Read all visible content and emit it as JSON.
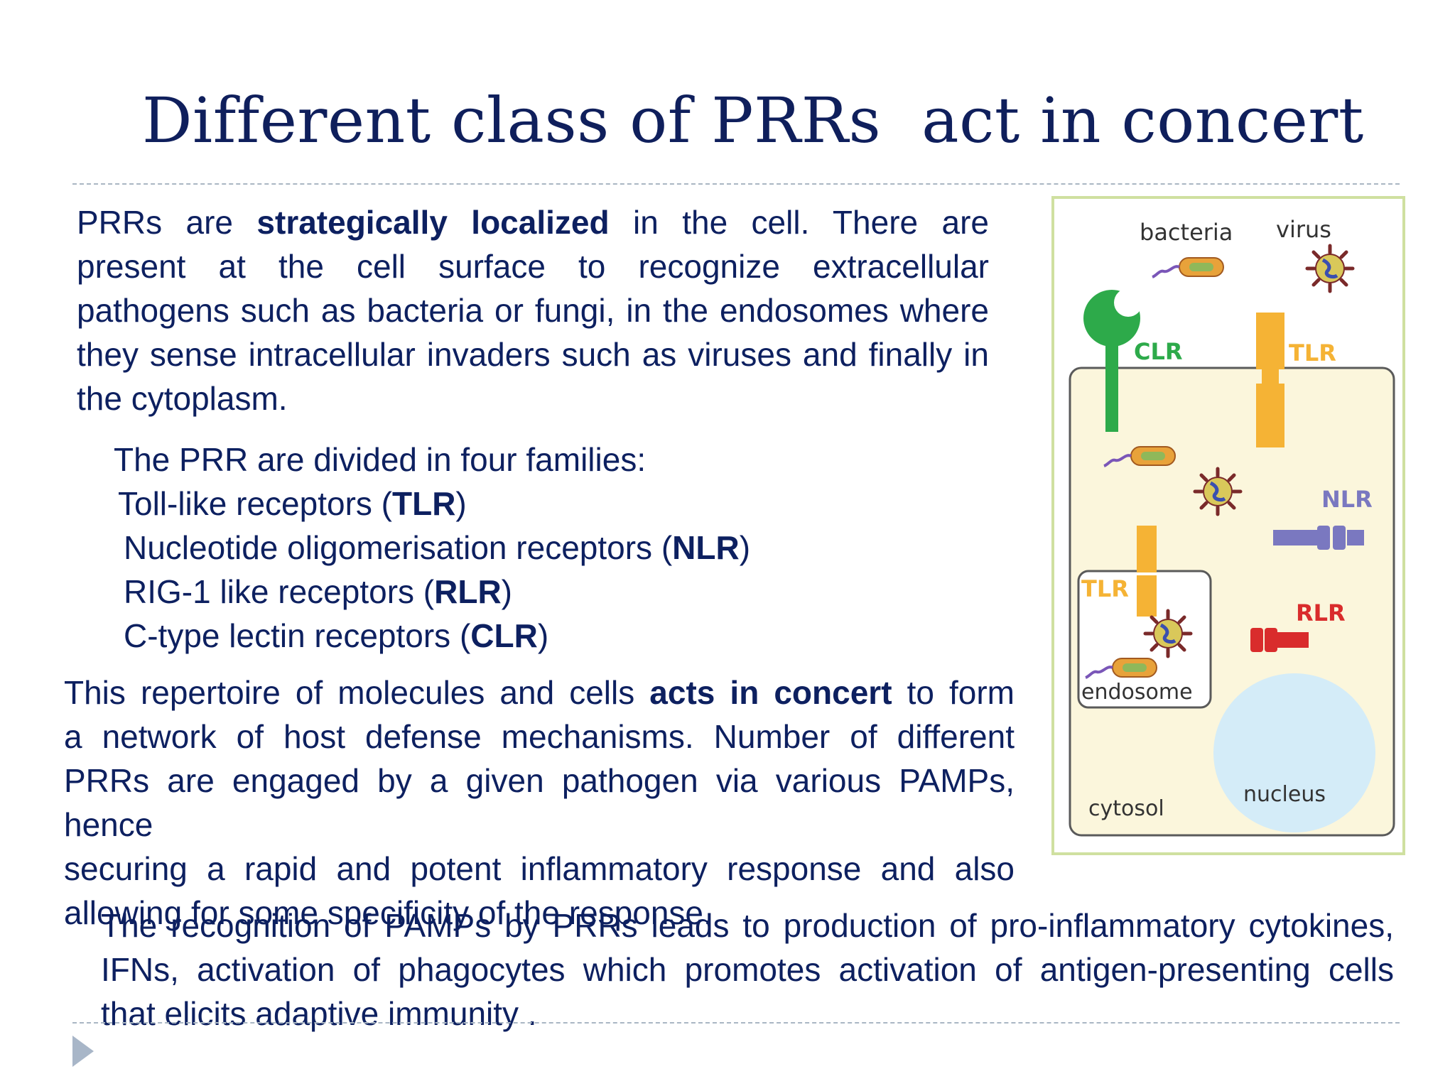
{
  "title": "Different class of PRRs  act in concert",
  "para1": {
    "lines": [
      [
        "PRRs are ",
        "strategically localized",
        " in the cell. There are"
      ],
      "present at the cell surface to recognize extracellular",
      "pathogens such as bacteria or fungi, in the endosomes where",
      "they sense intracellular invaders such as viruses and finally in",
      "the cytoplasm."
    ]
  },
  "families": {
    "intro": "The PRR are divided in four families:",
    "items": [
      {
        "name": "Toll-like receptors (",
        "abbr": "TLR",
        "close": ")"
      },
      {
        "name": "Nucleotide oligomerisation receptors (",
        "abbr": "NLR",
        "close": ")"
      },
      {
        "name": "RIG-1 like receptors (",
        "abbr": "RLR",
        "close": ")"
      },
      {
        "name": "C-type lectin receptors (",
        "abbr": "CLR",
        "close": ")"
      }
    ]
  },
  "para2": {
    "l1a": "This repertoire of molecules and cells ",
    "l1b": "acts in concert",
    "l1c": " to form",
    "l2": "a network of host defense mechanisms. Number of different",
    "l3": "PRRs are engaged by a given pathogen via various PAMPs, hence",
    "l4": "securing a rapid and potent inflammatory response and also",
    "l5": "allowing for some specificity of the response."
  },
  "para3": {
    "l1": "The recognition of PAMPs by PRRs leads to production of pro-inflammatory cytokines,",
    "l2": "IFNs, activation of phagocytes which promotes  activation of  antigen-presenting cells",
    "l3": "that elicits adaptive immunity ."
  },
  "figure": {
    "labels": {
      "bacteria": "bacteria",
      "virus": "virus",
      "clr": "CLR",
      "tlr_surface": "TLR",
      "nlr": "NLR",
      "tlr_endosome": "TLR",
      "rlr": "RLR",
      "endosome": "endosome",
      "nucleus": "nucleus",
      "cytosol": "cytosol"
    },
    "colors": {
      "clr": "#2daa4a",
      "tlr": "#f5b335",
      "nlr": "#7a78c0",
      "rlr": "#d92c2c",
      "cell": "#fbf6dc",
      "nucleus": "#d4ecf8"
    }
  }
}
